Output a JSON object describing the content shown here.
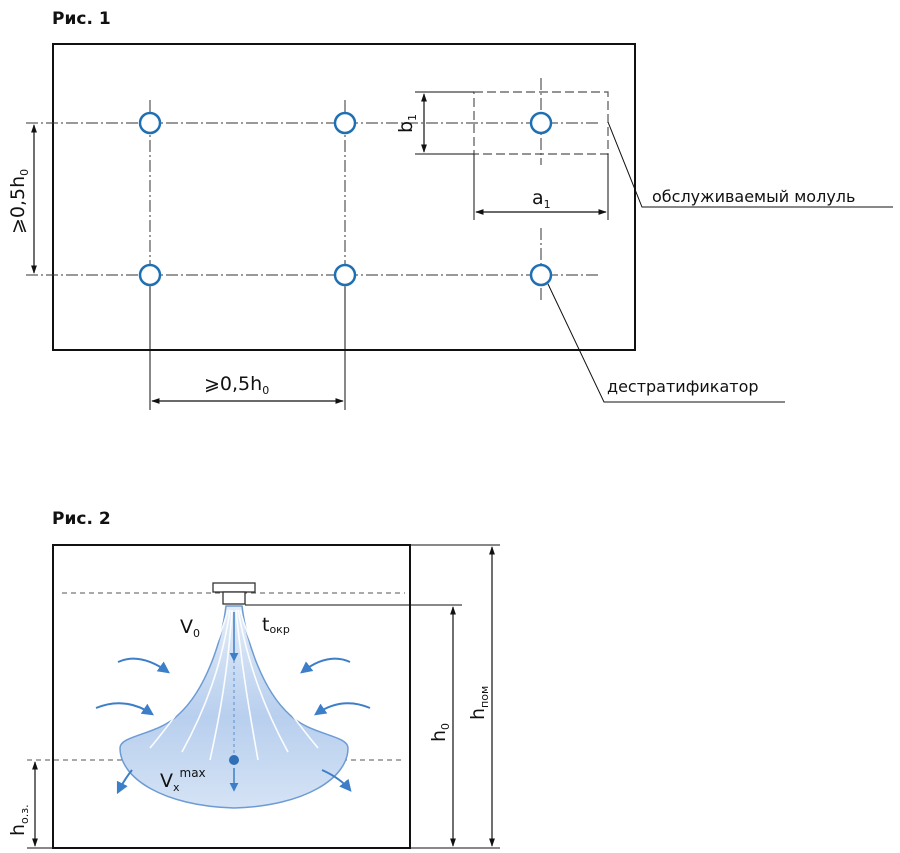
{
  "fig1": {
    "title": "Рис. 1",
    "dim_vertical": {
      "main": "⩾0,5h",
      "sub": "0"
    },
    "dim_horizontal": {
      "main": "⩾0,5h",
      "sub": "0"
    },
    "dim_b": {
      "main": "b",
      "sub": "1"
    },
    "dim_a": {
      "main": "a",
      "sub": "1"
    },
    "callout_module": "обслуживаемый молуль",
    "callout_destrat": "дестратификатор"
  },
  "fig2": {
    "title": "Рис. 2",
    "v0": {
      "main": "V",
      "sub": "0"
    },
    "t_env": {
      "main": "t",
      "sub": "окр"
    },
    "vx": {
      "main": "V",
      "sub": "x",
      "sup": "max"
    },
    "h0": {
      "main": "h",
      "sub": "0"
    },
    "h_room": {
      "main": "h",
      "sub": "пом"
    },
    "h_work": {
      "main": "h",
      "sub": "о.з."
    }
  },
  "colors": {
    "line": "#111111",
    "accent_blue": "#1f6fb3",
    "flow_light": "#c9dbf0",
    "flow_dark": "#5b8fd0"
  }
}
